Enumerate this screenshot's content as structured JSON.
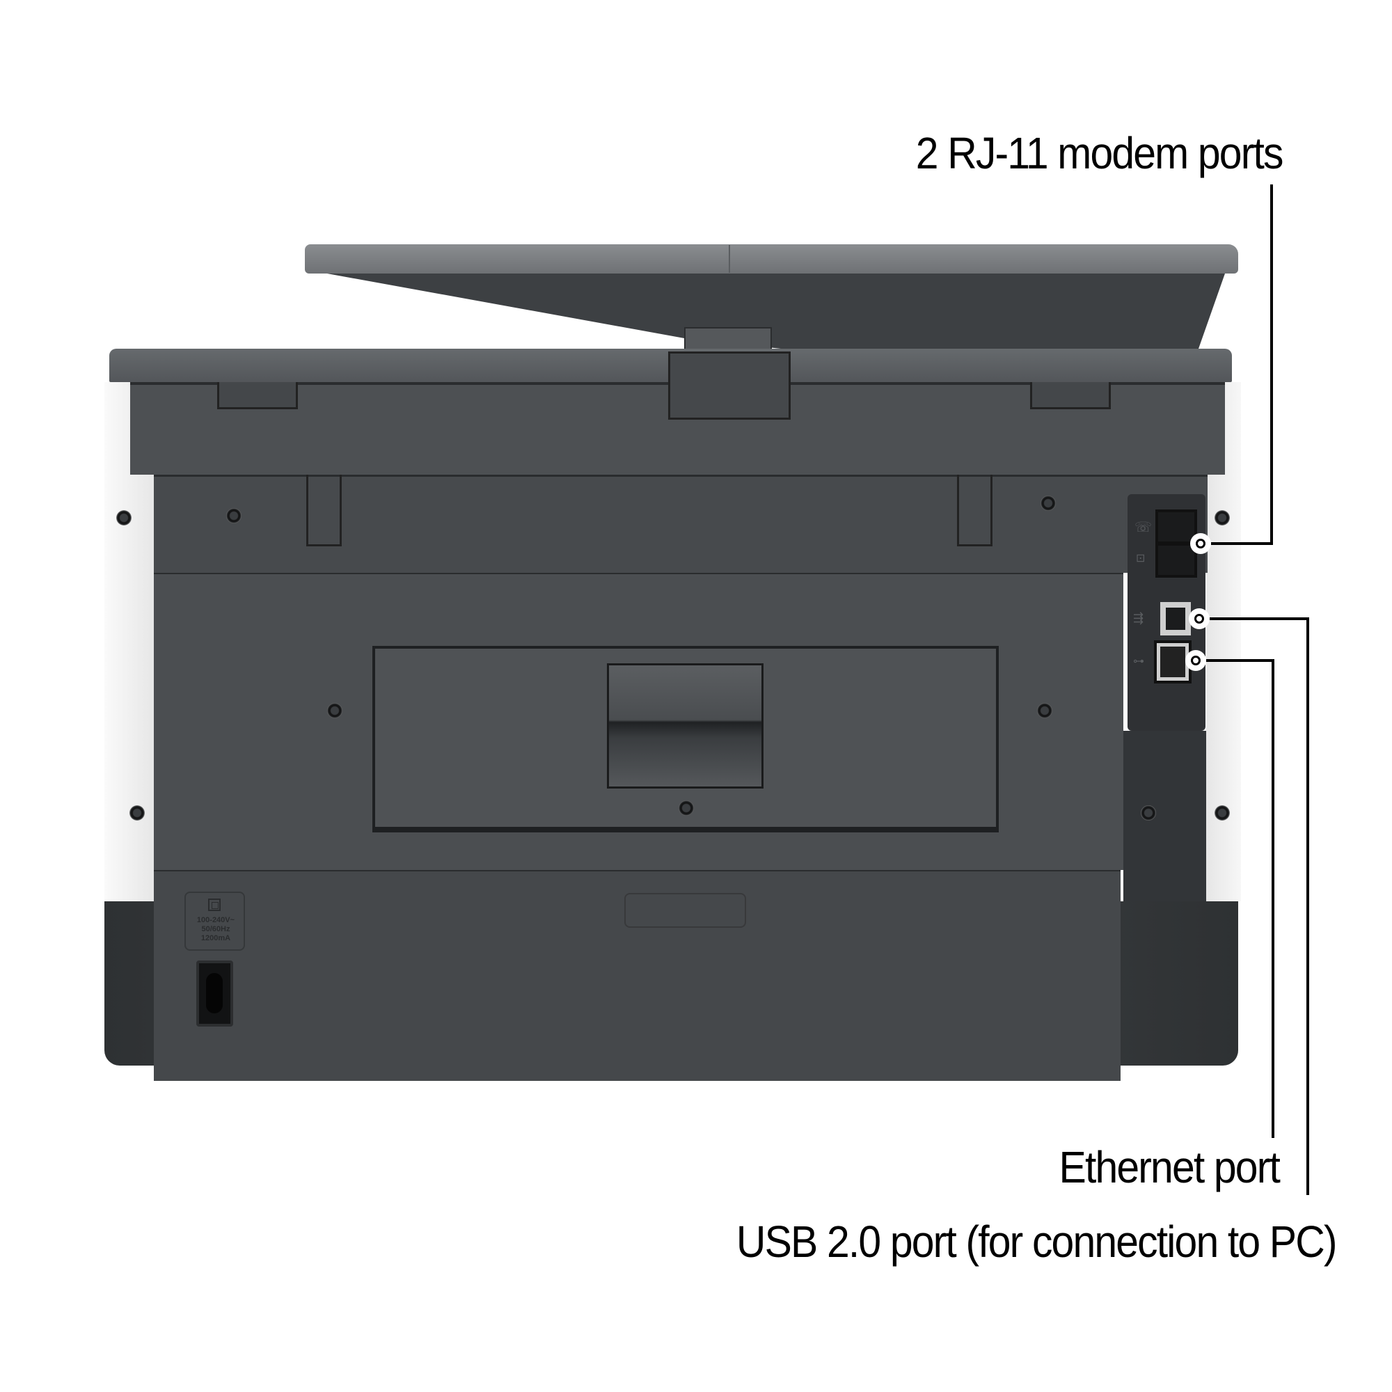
{
  "diagram": {
    "subject": "Printer rear view",
    "labels": {
      "rj11": "2 RJ-11 modem ports",
      "ethernet": "Ethernet port",
      "usb": "USB 2.0 port (for connection to PC)"
    },
    "power_label": {
      "voltage": "100-240V~",
      "frequency": "50/60Hz",
      "current": "1200mA"
    },
    "colors": {
      "body_dark": "#4a4d50",
      "body_darker": "#3b3e41",
      "lid_gray": "#6b6e71",
      "side_white": "#f2f2f2",
      "callout_line": "#000000",
      "text": "#000000"
    }
  }
}
